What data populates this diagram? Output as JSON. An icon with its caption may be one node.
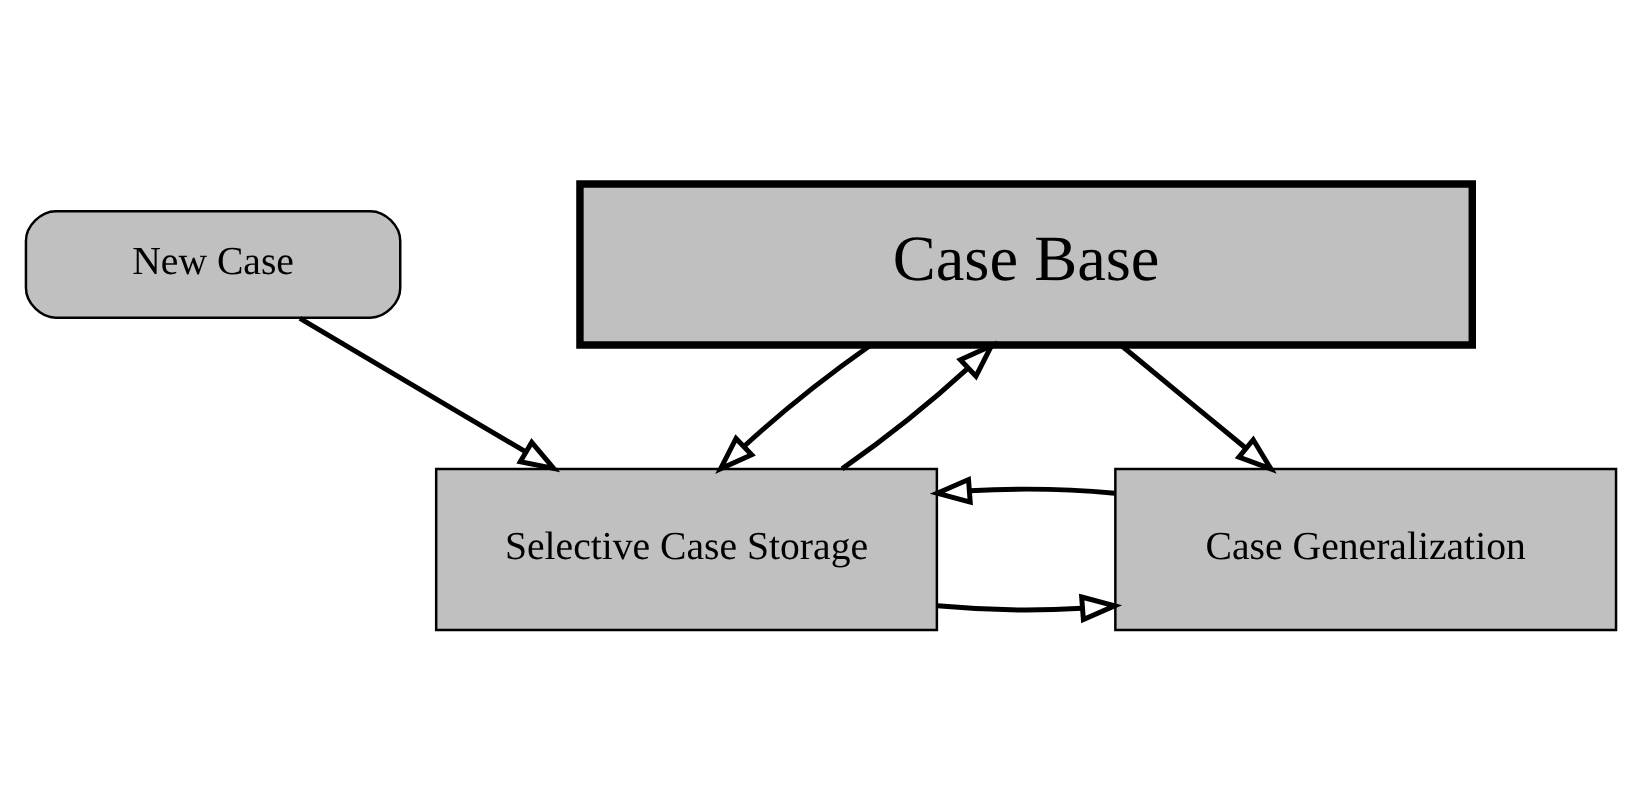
{
  "diagram": {
    "nodes": [
      {
        "text": [
          "Case Base"
        ]
      },
      {
        "text": [
          "Selective Case Storage"
        ]
      },
      {
        "text": [
          "Case Generalization"
        ]
      },
      {
        "text": [
          "New Case"
        ]
      }
    ],
    "edges": [
      {
        "from": 0,
        "to": 1,
        "arrow": "to"
      },
      {
        "from": 1,
        "to": 0,
        "arrow": "to"
      },
      {
        "from": 0,
        "to": 2,
        "arrow": "to"
      },
      {
        "from": 1,
        "to": 2,
        "arrow": "to"
      },
      {
        "from": 2,
        "to": 1,
        "arrow": "to"
      },
      {
        "from": 3,
        "to": 1,
        "arrow": "to"
      }
    ]
  }
}
